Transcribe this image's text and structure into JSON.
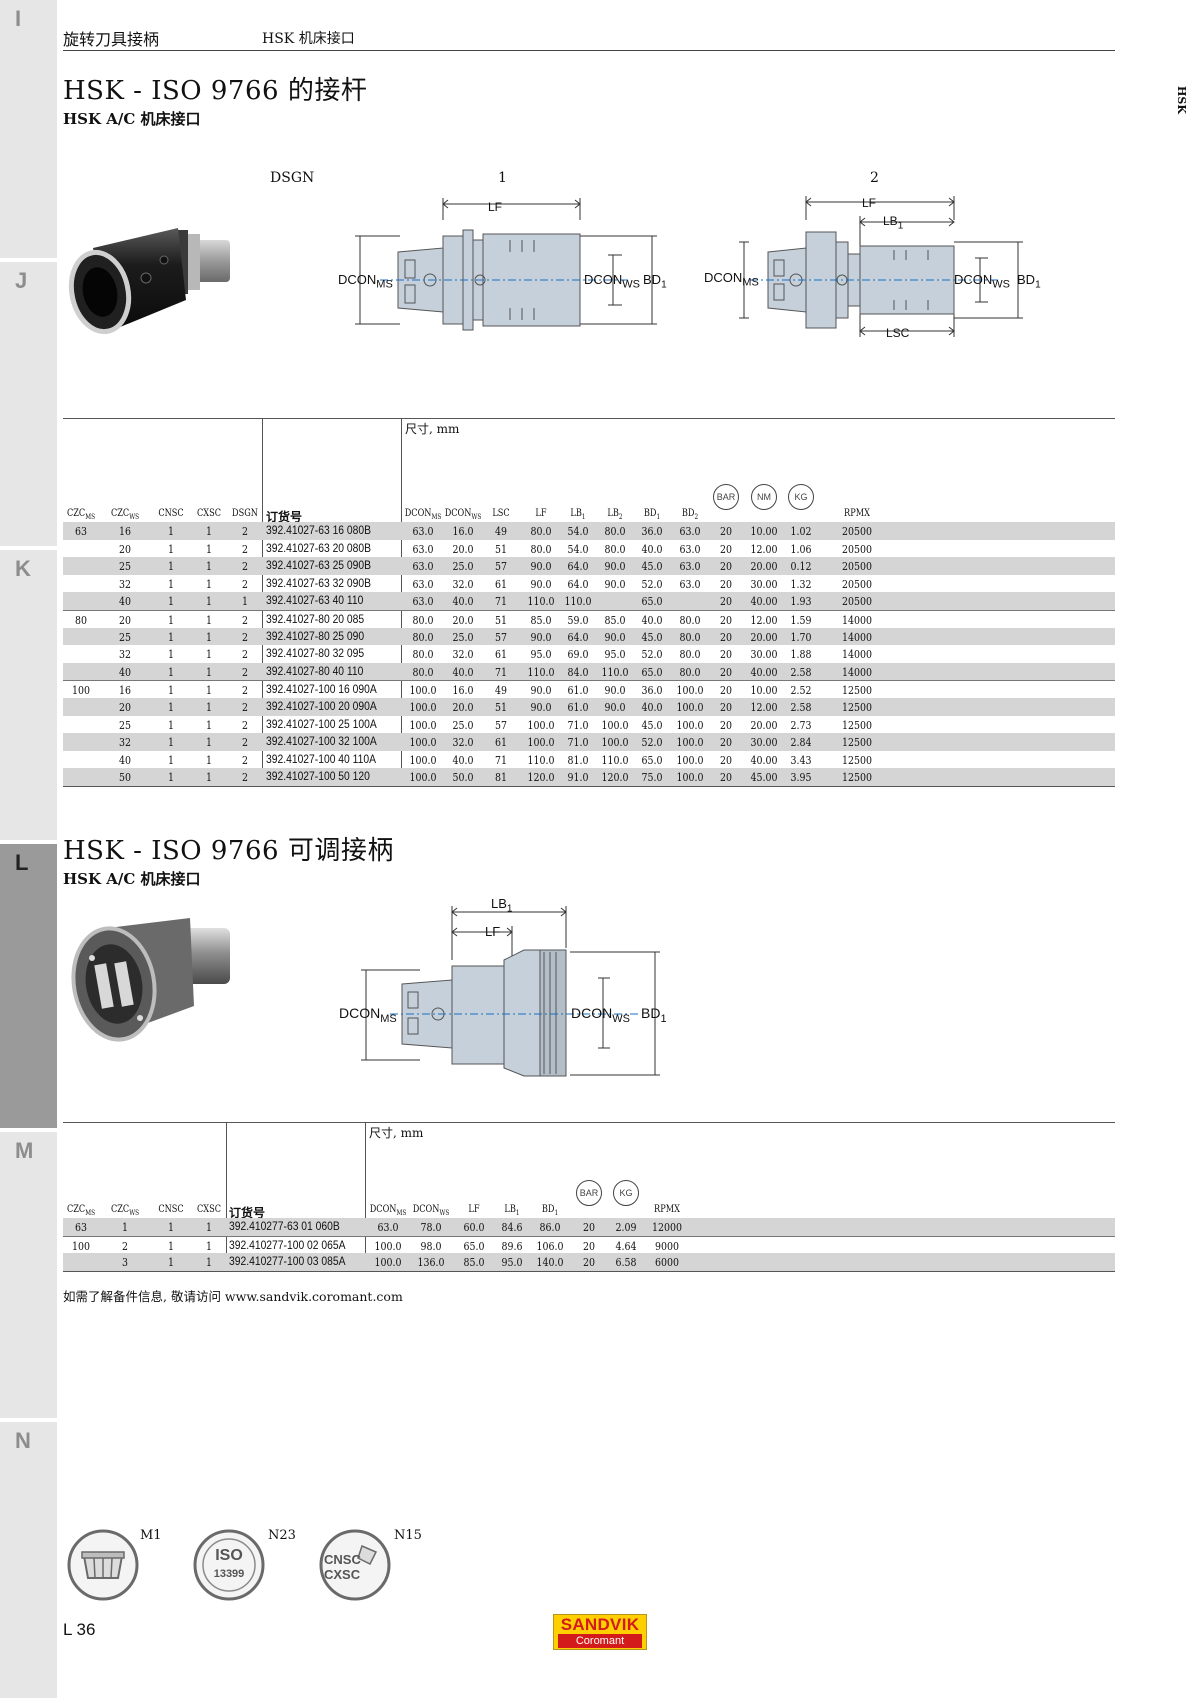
{
  "header": {
    "category": "旋转刀具接柄",
    "subcategory": "HSK 机床接口",
    "side_mark": "HSK"
  },
  "tabs": [
    "I",
    "J",
    "K",
    "L",
    "M",
    "N"
  ],
  "section1": {
    "title": "HSK - ISO 9766 的接杆",
    "subtitle": "HSK A/C 机床接口",
    "diagram": {
      "dsgn_label": "DSGN",
      "design1": "1",
      "design2": "2",
      "lf": "LF",
      "lb1_base": "LB",
      "lb1_sub": "1",
      "lsc": "LSC",
      "dcon_base": "DCON",
      "ms": "MS",
      "ws": "WS",
      "bd_base": "BD",
      "bd_sub": "1"
    },
    "dims_note": "尺寸, mm",
    "columns": [
      "CZCMS",
      "CZCWS",
      "CNSC",
      "CXSC",
      "DSGN",
      "订货号",
      "DCONMS",
      "DCONWS",
      "LSC",
      "LF",
      "LB1",
      "LB2",
      "BD1",
      "BD2",
      "BAR",
      "NM",
      "KG",
      "RPMX"
    ],
    "icons": [
      "BAR",
      "NM",
      "KG"
    ],
    "rows": [
      [
        "63",
        "16",
        "1",
        "1",
        "2",
        "392.41027-63 16 080B",
        "63.0",
        "16.0",
        "49",
        "80.0",
        "54.0",
        "80.0",
        "36.0",
        "63.0",
        "20",
        "10.00",
        "1.02",
        "20500"
      ],
      [
        "",
        "20",
        "1",
        "1",
        "2",
        "392.41027-63 20 080B",
        "63.0",
        "20.0",
        "51",
        "80.0",
        "54.0",
        "80.0",
        "40.0",
        "63.0",
        "20",
        "12.00",
        "1.06",
        "20500"
      ],
      [
        "",
        "25",
        "1",
        "1",
        "2",
        "392.41027-63 25 090B",
        "63.0",
        "25.0",
        "57",
        "90.0",
        "64.0",
        "90.0",
        "45.0",
        "63.0",
        "20",
        "20.00",
        "0.12",
        "20500"
      ],
      [
        "",
        "32",
        "1",
        "1",
        "2",
        "392.41027-63 32 090B",
        "63.0",
        "32.0",
        "61",
        "90.0",
        "64.0",
        "90.0",
        "52.0",
        "63.0",
        "20",
        "30.00",
        "1.32",
        "20500"
      ],
      [
        "",
        "40",
        "1",
        "1",
        "1",
        "392.41027-63 40 110",
        "63.0",
        "40.0",
        "71",
        "110.0",
        "110.0",
        "",
        "65.0",
        "",
        "20",
        "40.00",
        "1.93",
        "20500"
      ],
      [
        "80",
        "20",
        "1",
        "1",
        "2",
        "392.41027-80 20 085",
        "80.0",
        "20.0",
        "51",
        "85.0",
        "59.0",
        "85.0",
        "40.0",
        "80.0",
        "20",
        "12.00",
        "1.59",
        "14000"
      ],
      [
        "",
        "25",
        "1",
        "1",
        "2",
        "392.41027-80 25 090",
        "80.0",
        "25.0",
        "57",
        "90.0",
        "64.0",
        "90.0",
        "45.0",
        "80.0",
        "20",
        "20.00",
        "1.70",
        "14000"
      ],
      [
        "",
        "32",
        "1",
        "1",
        "2",
        "392.41027-80 32 095",
        "80.0",
        "32.0",
        "61",
        "95.0",
        "69.0",
        "95.0",
        "52.0",
        "80.0",
        "20",
        "30.00",
        "1.88",
        "14000"
      ],
      [
        "",
        "40",
        "1",
        "1",
        "2",
        "392.41027-80 40 110",
        "80.0",
        "40.0",
        "71",
        "110.0",
        "84.0",
        "110.0",
        "65.0",
        "80.0",
        "20",
        "40.00",
        "2.58",
        "14000"
      ],
      [
        "100",
        "16",
        "1",
        "1",
        "2",
        "392.41027-100 16 090A",
        "100.0",
        "16.0",
        "49",
        "90.0",
        "61.0",
        "90.0",
        "36.0",
        "100.0",
        "20",
        "10.00",
        "2.52",
        "12500"
      ],
      [
        "",
        "20",
        "1",
        "1",
        "2",
        "392.41027-100 20 090A",
        "100.0",
        "20.0",
        "51",
        "90.0",
        "61.0",
        "90.0",
        "40.0",
        "100.0",
        "20",
        "12.00",
        "2.58",
        "12500"
      ],
      [
        "",
        "25",
        "1",
        "1",
        "2",
        "392.41027-100 25 100A",
        "100.0",
        "25.0",
        "57",
        "100.0",
        "71.0",
        "100.0",
        "45.0",
        "100.0",
        "20",
        "20.00",
        "2.73",
        "12500"
      ],
      [
        "",
        "32",
        "1",
        "1",
        "2",
        "392.41027-100 32 100A",
        "100.0",
        "32.0",
        "61",
        "100.0",
        "71.0",
        "100.0",
        "52.0",
        "100.0",
        "20",
        "30.00",
        "2.84",
        "12500"
      ],
      [
        "",
        "40",
        "1",
        "1",
        "2",
        "392.41027-100 40 110A",
        "100.0",
        "40.0",
        "71",
        "110.0",
        "81.0",
        "110.0",
        "65.0",
        "100.0",
        "20",
        "40.00",
        "3.43",
        "12500"
      ],
      [
        "",
        "50",
        "1",
        "1",
        "2",
        "392.41027-100 50 120",
        "100.0",
        "50.0",
        "81",
        "120.0",
        "91.0",
        "120.0",
        "75.0",
        "100.0",
        "20",
        "45.00",
        "3.95",
        "12500"
      ]
    ]
  },
  "section2": {
    "title": "HSK - ISO 9766 可调接柄",
    "subtitle": "HSK A/C 机床接口",
    "dims_note": "尺寸, mm",
    "columns": [
      "CZCMS",
      "CZCWS",
      "CNSC",
      "CXSC",
      "订货号",
      "DCONMS",
      "DCONWS",
      "LF",
      "LB1",
      "BD1",
      "BAR",
      "KG",
      "RPMX"
    ],
    "icons": [
      "BAR",
      "KG"
    ],
    "rows": [
      [
        "63",
        "1",
        "1",
        "1",
        "392.410277-63 01 060B",
        "63.0",
        "78.0",
        "60.0",
        "84.6",
        "86.0",
        "20",
        "2.09",
        "12000"
      ],
      [
        "100",
        "2",
        "1",
        "1",
        "392.410277-100 02 065A",
        "100.0",
        "98.0",
        "65.0",
        "89.6",
        "106.0",
        "20",
        "4.64",
        "9000"
      ],
      [
        "",
        "3",
        "1",
        "1",
        "392.410277-100 03 085A",
        "100.0",
        "136.0",
        "85.0",
        "95.0",
        "140.0",
        "20",
        "6.58",
        "6000"
      ]
    ]
  },
  "footnote": "如需了解备件信息, 敬请访问 www.sandvik.coromant.com",
  "badges": [
    {
      "label": "M1",
      "icon": "collet-icon"
    },
    {
      "label": "N23",
      "icon": "iso-13399-icon",
      "text1": "ISO",
      "text2": "13399"
    },
    {
      "label": "N15",
      "icon": "cnsc-cxsc-icon",
      "text1": "CNSC",
      "text2": "CXSC"
    }
  ],
  "page_number": "L 36",
  "logo": {
    "line1": "SANDVIK",
    "line2": "Coromant"
  },
  "colors": {
    "row_shade": "#d5d5d5",
    "tab_strip": "#e6e6e6",
    "tab_active": "#9a9a9a",
    "diagram_fill": "#c5d0da",
    "logo_yellow": "#ffcf00",
    "logo_red": "#d41b1b"
  }
}
